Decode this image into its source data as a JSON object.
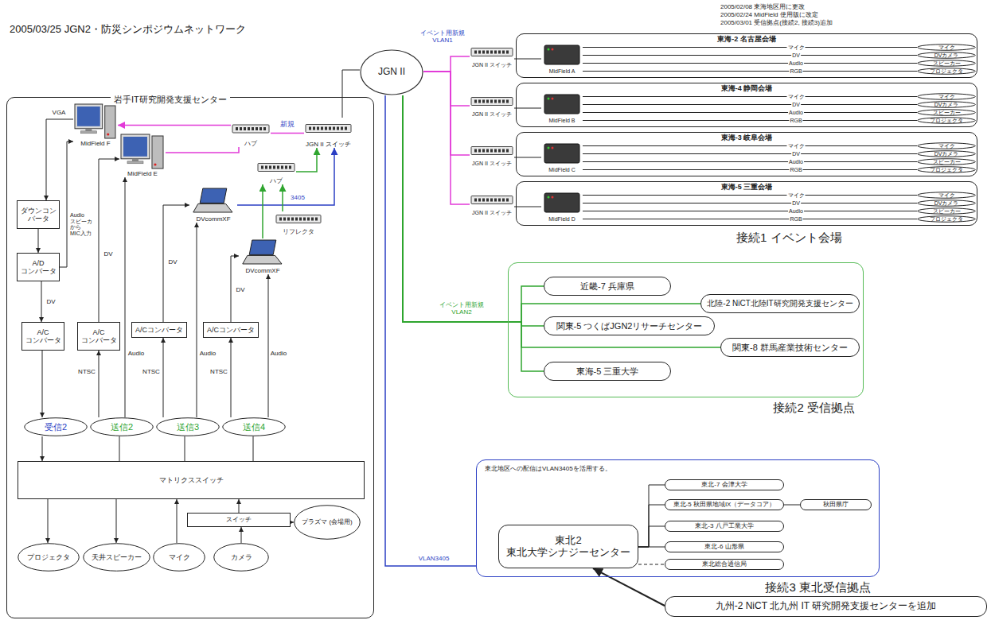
{
  "diagram": {
    "title": "2005/03/25 JGN2・防災シンポジウムネットワーク",
    "nodes": [
      {
        "text": [
          "岩手IT研究開発支援センター"
        ]
      },
      {
        "text": [
          "MidField F"
        ],
        "in": 0
      },
      {
        "text": [
          "MidField E"
        ],
        "in": 0
      },
      {
        "text": [
          "ハブ"
        ],
        "in": 0
      },
      {
        "text": [
          "JGN II スイッチ"
        ],
        "in": 0
      },
      {
        "text": [
          "ハブ"
        ],
        "in": 0
      },
      {
        "text": [
          "DVcommXF"
        ],
        "in": 0
      },
      {
        "text": [
          "リフレクタ"
        ],
        "in": 0
      },
      {
        "text": [
          "DVcommXF"
        ],
        "in": 0
      },
      {
        "text": [
          "ダウンコンバータ"
        ],
        "in": 0
      },
      {
        "text": [
          "A/D コンバータ"
        ],
        "in": 0
      },
      {
        "text": [
          "A/C コンバータ"
        ],
        "in": 0
      },
      {
        "text": [
          "A/C コンバータ"
        ],
        "in": 0
      },
      {
        "text": [
          "A/Cコンバータ"
        ],
        "in": 0
      },
      {
        "text": [
          "A/Cコンバータ"
        ],
        "in": 0
      },
      {
        "text": [
          "受信2"
        ],
        "in": 0
      },
      {
        "text": [
          "送信2"
        ],
        "in": 0
      },
      {
        "text": [
          "送信3"
        ],
        "in": 0
      },
      {
        "text": [
          "送信4"
        ],
        "in": 0
      },
      {
        "text": [
          "マトリクススイッチ"
        ],
        "in": 0
      },
      {
        "text": [
          "スイッチ"
        ],
        "in": 0
      },
      {
        "text": [
          "プラズマ (会場用)"
        ],
        "in": 0
      },
      {
        "text": [
          "プロジェクタ"
        ],
        "in": 0
      },
      {
        "text": [
          "天井スピーカー"
        ],
        "in": 0
      },
      {
        "text": [
          "マイク"
        ],
        "in": 0
      },
      {
        "text": [
          "カメラ"
        ],
        "in": 0
      },
      {
        "text": [
          "JGN II"
        ]
      },
      {
        "text": [
          "JGN II スイッチ"
        ]
      },
      {
        "text": [
          "東海-2 名古屋会場"
        ]
      },
      {
        "text": [
          "MidField A"
        ],
        "in": 28
      },
      {
        "text": [
          "マイク"
        ],
        "in": 28
      },
      {
        "text": [
          "DVカメラ"
        ],
        "in": 28
      },
      {
        "text": [
          "スピーカー"
        ],
        "in": 28
      },
      {
        "text": [
          "プロジェクタ"
        ],
        "in": 28
      },
      {
        "text": [
          "JGN II スイッチ"
        ]
      },
      {
        "text": [
          "東海-4 静岡会場"
        ]
      },
      {
        "text": [
          "MidField B"
        ],
        "in": 35
      },
      {
        "text": [
          "マイク"
        ],
        "in": 35
      },
      {
        "text": [
          "DVカメラ"
        ],
        "in": 35
      },
      {
        "text": [
          "スピーカー"
        ],
        "in": 35
      },
      {
        "text": [
          "プロジェクタ"
        ],
        "in": 35
      },
      {
        "text": [
          "JGN II スイッチ"
        ]
      },
      {
        "text": [
          "東海-3 岐阜会場"
        ]
      },
      {
        "text": [
          "MidField C"
        ],
        "in": 42
      },
      {
        "text": [
          "マイク"
        ],
        "in": 42
      },
      {
        "text": [
          "DVカメラ"
        ],
        "in": 42
      },
      {
        "text": [
          "スピーカー"
        ],
        "in": 42
      },
      {
        "text": [
          "プロジェクタ"
        ],
        "in": 42
      },
      {
        "text": [
          "JGN II スイッチ"
        ]
      },
      {
        "text": [
          "東海-5 三重会場"
        ]
      },
      {
        "text": [
          "MidField D"
        ],
        "in": 49
      },
      {
        "text": [
          "マイク"
        ],
        "in": 49
      },
      {
        "text": [
          "DVカメラ"
        ],
        "in": 49
      },
      {
        "text": [
          "スピーカー"
        ],
        "in": 49
      },
      {
        "text": [
          "プロジェクタ"
        ],
        "in": 49
      },
      {
        "text": [
          "接続2 受信拠点"
        ]
      },
      {
        "text": [
          "近畿-7 兵庫県"
        ],
        "in": 55
      },
      {
        "text": [
          "北陸-2 NiCT北陸IT研究開発支援センター"
        ],
        "in": 55
      },
      {
        "text": [
          "関東-5 つくばJGN2リサーチセンター"
        ],
        "in": 55
      },
      {
        "text": [
          "関東-8 群馬産業技術センター"
        ],
        "in": 55
      },
      {
        "text": [
          "東海-5 三重大学"
        ],
        "in": 55
      },
      {
        "text": [
          "接続3 東北受信拠点",
          "東北地区への配信はVLAN3405を活用する。"
        ]
      },
      {
        "text": [
          "東北2 東北大学シナジーセンター"
        ],
        "in": 61
      },
      {
        "text": [
          "東北-7 会津大学"
        ],
        "in": 61
      },
      {
        "text": [
          "東北-5 秋田県地域IX（データコア）"
        ],
        "in": 61
      },
      {
        "text": [
          "秋田県庁"
        ],
        "in": 61
      },
      {
        "text": [
          "東北-3 八戸工業大学"
        ],
        "in": 61
      },
      {
        "text": [
          "東北-6 山形県"
        ],
        "in": 61
      },
      {
        "text": [
          "東北総合通信局"
        ],
        "in": 61
      },
      {
        "text": [
          "九州-2 NiCT 北九州 IT 研究開発支援センターを追加"
        ]
      }
    ],
    "edges": [
      {
        "from": 1,
        "to": 9,
        "arrow": "to",
        "label": "VGA"
      },
      {
        "from": 9,
        "to": 10,
        "arrow": "to"
      },
      {
        "from": 10,
        "to": 11,
        "arrow": "to",
        "label": "DV"
      },
      {
        "from": 10,
        "to": 1,
        "arrow": "to",
        "label": "Audio スピーカ から MIC入力"
      },
      {
        "from": 11,
        "to": 15,
        "arrow": "to"
      },
      {
        "from": 15,
        "to": 19,
        "arrow": "to"
      },
      {
        "from": 16,
        "to": 12,
        "arrow": "to",
        "label": "NTSC"
      },
      {
        "from": 16,
        "to": 2,
        "arrow": "to",
        "label": "Audio"
      },
      {
        "from": 12,
        "to": 2,
        "arrow": "to",
        "label": "DV"
      },
      {
        "from": 17,
        "to": 13,
        "arrow": "to",
        "label": "NTSC"
      },
      {
        "from": 17,
        "to": 6,
        "arrow": "to",
        "label": "Audio"
      },
      {
        "from": 13,
        "to": 6,
        "arrow": "to",
        "label": "DV"
      },
      {
        "from": 18,
        "to": 14,
        "arrow": "to",
        "label": "NTSC"
      },
      {
        "from": 18,
        "to": 8,
        "arrow": "to",
        "label": "Audio"
      },
      {
        "from": 14,
        "to": 8,
        "arrow": "to",
        "label": "DV"
      },
      {
        "from": 19,
        "to": 16,
        "arrow": "none"
      },
      {
        "from": 19,
        "to": 17,
        "arrow": "none"
      },
      {
        "from": 19,
        "to": 18,
        "arrow": "none"
      },
      {
        "from": 19,
        "to": 22,
        "arrow": "to"
      },
      {
        "from": 19,
        "to": 23,
        "arrow": "to"
      },
      {
        "from": 24,
        "to": 19,
        "arrow": "to"
      },
      {
        "from": 25,
        "to": 20,
        "arrow": "to"
      },
      {
        "from": 20,
        "to": 19,
        "arrow": "to"
      },
      {
        "from": 20,
        "to": 21,
        "arrow": "to"
      },
      {
        "from": 3,
        "to": 1,
        "arrow": "to"
      },
      {
        "from": 2,
        "to": 3,
        "arrow": "none"
      },
      {
        "from": 4,
        "to": 3,
        "arrow": "none",
        "label": "新規"
      },
      {
        "from": 5,
        "to": 4,
        "arrow": "to"
      },
      {
        "from": 6,
        "to": 4,
        "arrow": "to",
        "label": "3405"
      },
      {
        "from": 7,
        "to": 5,
        "arrow": "to"
      },
      {
        "from": 8,
        "to": 5,
        "arrow": "to"
      },
      {
        "from": 4,
        "to": 26,
        "arrow": "none"
      },
      {
        "from": 26,
        "to": 27,
        "arrow": "none"
      },
      {
        "from": 26,
        "to": 34,
        "arrow": "none"
      },
      {
        "from": 26,
        "to": 41,
        "arrow": "none"
      },
      {
        "from": 26,
        "to": 48,
        "arrow": "none"
      },
      {
        "from": 27,
        "to": 29,
        "arrow": "none"
      },
      {
        "from": 34,
        "to": 36,
        "arrow": "none"
      },
      {
        "from": 41,
        "to": 43,
        "arrow": "none"
      },
      {
        "from": 48,
        "to": 50,
        "arrow": "none"
      },
      {
        "from": 29,
        "to": 30,
        "arrow": "none",
        "label": "マイク"
      },
      {
        "from": 29,
        "to": 31,
        "arrow": "none",
        "label": "DV"
      },
      {
        "from": 29,
        "to": 32,
        "arrow": "none",
        "label": "Audio"
      },
      {
        "from": 29,
        "to": 33,
        "arrow": "none",
        "label": "RGB"
      },
      {
        "from": 36,
        "to": 37,
        "arrow": "none",
        "label": "マイク"
      },
      {
        "from": 36,
        "to": 38,
        "arrow": "none",
        "label": "DV"
      },
      {
        "from": 36,
        "to": 39,
        "arrow": "none",
        "label": "Audio"
      },
      {
        "from": 36,
        "to": 40,
        "arrow": "none",
        "label": "RGB"
      },
      {
        "from": 43,
        "to": 44,
        "arrow": "none",
        "label": "マイク"
      },
      {
        "from": 43,
        "to": 45,
        "arrow": "none",
        "label": "DV"
      },
      {
        "from": 43,
        "to": 46,
        "arrow": "none",
        "label": "Audio"
      },
      {
        "from": 43,
        "to": 47,
        "arrow": "none",
        "label": "RGB"
      },
      {
        "from": 50,
        "to": 51,
        "arrow": "none",
        "label": "マイク"
      },
      {
        "from": 50,
        "to": 52,
        "arrow": "none",
        "label": "DV"
      },
      {
        "from": 50,
        "to": 53,
        "arrow": "none",
        "label": "Audio"
      },
      {
        "from": 50,
        "to": 54,
        "arrow": "none",
        "label": "RGB"
      },
      {
        "from": 26,
        "to": 56,
        "arrow": "none"
      },
      {
        "from": 26,
        "to": 57,
        "arrow": "none"
      },
      {
        "from": 26,
        "to": 58,
        "arrow": "none"
      },
      {
        "from": 26,
        "to": 59,
        "arrow": "none"
      },
      {
        "from": 26,
        "to": 60,
        "arrow": "none"
      },
      {
        "from": 26,
        "to": 61,
        "arrow": "none"
      },
      {
        "from": 62,
        "to": 63,
        "arrow": "none"
      },
      {
        "from": 62,
        "to": 64,
        "arrow": "none"
      },
      {
        "from": 62,
        "to": 66,
        "arrow": "none"
      },
      {
        "from": 62,
        "to": 67,
        "arrow": "none"
      },
      {
        "from": 62,
        "to": 68,
        "arrow": "none"
      },
      {
        "from": 64,
        "to": 65,
        "arrow": "none"
      },
      {
        "from": 69,
        "to": 62,
        "arrow": "to"
      }
    ],
    "labels": [
      "2005/02/08 東海地区用に更改",
      "2005/02/24 MidField 使用版に改定",
      "2005/03/01 受信拠点(接続2, 接続3)追加",
      "イベント用新規 VLAN1",
      "イベント用新規 VLAN2",
      "VLAN3405",
      "接続1 イベント会場"
    ]
  }
}
